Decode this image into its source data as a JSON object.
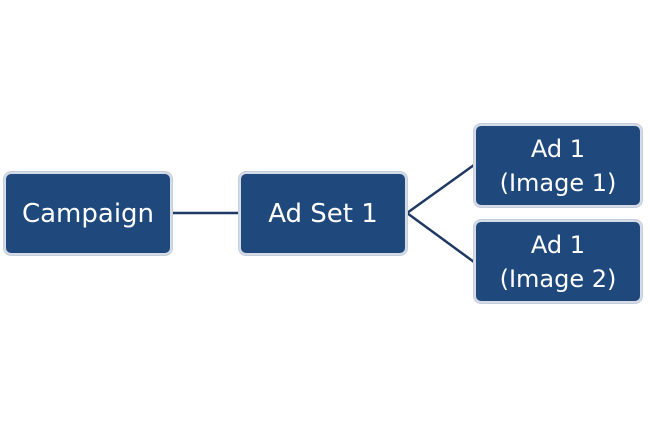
{
  "diagram": {
    "nodes": {
      "campaign": {
        "label": "Campaign"
      },
      "ad_set": {
        "label": "Ad Set 1"
      },
      "ad_image_1": {
        "line1": "Ad 1",
        "line2": "(Image 1)"
      },
      "ad_image_2": {
        "line1": "Ad 1",
        "line2": "(Image 2)"
      }
    },
    "edges": [
      {
        "from": "campaign",
        "to": "ad_set"
      },
      {
        "from": "ad_set",
        "to": "ad_image_1"
      },
      {
        "from": "ad_set",
        "to": "ad_image_2"
      }
    ],
    "colors": {
      "node_fill": "#1f497d",
      "node_text": "#ffffff",
      "connector": "#1f3864"
    }
  }
}
